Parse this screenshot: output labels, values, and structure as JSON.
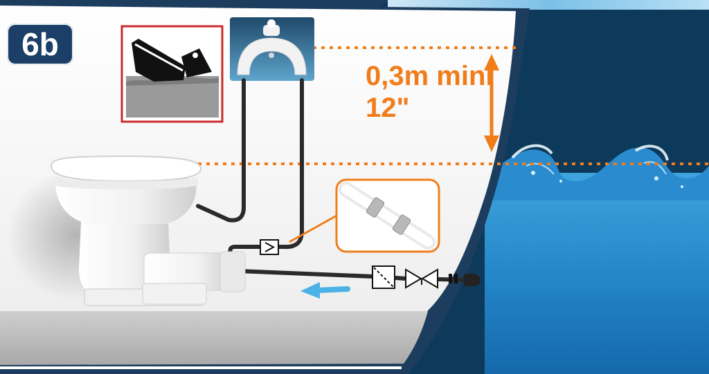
{
  "badge": {
    "label": "6b"
  },
  "clearance": {
    "label_line1": "0,3m mini",
    "label_line2": "12\""
  },
  "colors": {
    "accent": "#f07d1a",
    "navy": "#1b3f66",
    "water": "#2d9ad6",
    "deep_water": "#0c3a5c",
    "warning_frame": "#cc2a2a",
    "flow_arrow": "#4bb2e6"
  },
  "icons": [
    "sinking-boat-icon",
    "vented-loop-icon",
    "check-valve-icon",
    "seacock-valve-icon",
    "strainer-icon",
    "flow-arrow-icon"
  ]
}
